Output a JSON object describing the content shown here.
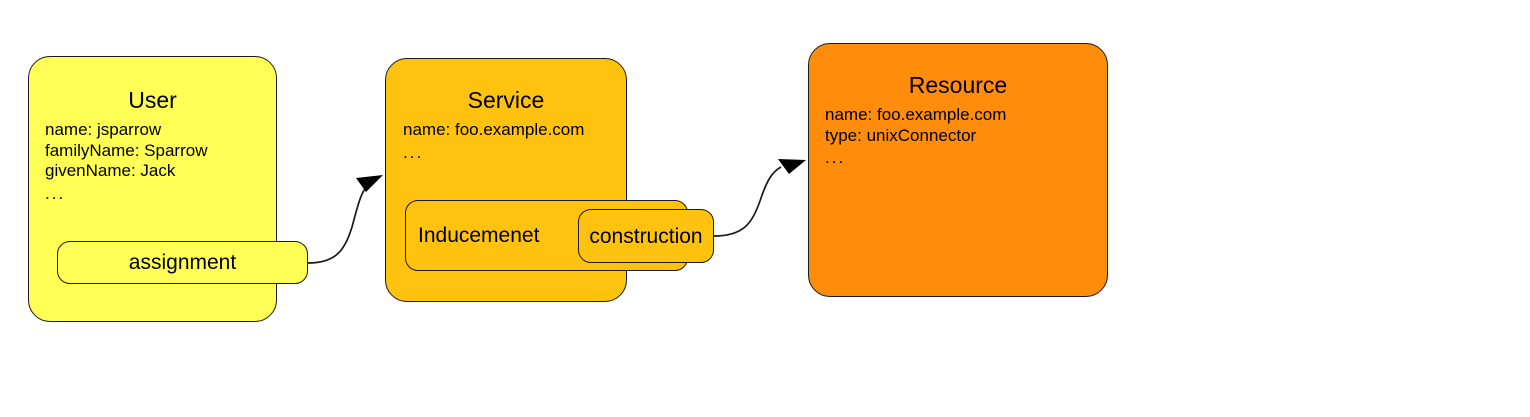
{
  "diagram": {
    "title": "User to Service to Resource assignment diagram",
    "background": "#ffffff",
    "nodes": [
      {
        "id": "user",
        "title": "User",
        "fill": "#ffff55",
        "stroke": "#1a1a1a",
        "attributes": [
          "name: jsparrow",
          "familyName: Sparrow",
          "givenName: Jack",
          "..."
        ],
        "sub_boxes": [
          {
            "id": "assignment",
            "label": "assignment",
            "fill": "#ffff55"
          }
        ]
      },
      {
        "id": "service",
        "title": "Service",
        "fill": "#ffc20e",
        "stroke": "#1a1a1a",
        "attributes": [
          "name: foo.example.com",
          "..."
        ],
        "sub_boxes": [
          {
            "id": "inducement",
            "label": "Inducemenet",
            "fill": "#ffc20e"
          },
          {
            "id": "construction",
            "label": "construction",
            "fill": "#ffc20e"
          }
        ]
      },
      {
        "id": "resource",
        "title": "Resource",
        "fill": "#ff8c0a",
        "stroke": "#1a1a1a",
        "attributes": [
          "name: foo.example.com",
          "type: unixConnector",
          "..."
        ],
        "sub_boxes": []
      }
    ],
    "edges": [
      {
        "id": "assignment-to-service",
        "from": "assignment",
        "to": "service",
        "label": "",
        "arrowhead": "filled-triangle"
      },
      {
        "id": "construction-to-resource",
        "from": "construction",
        "to": "resource",
        "label": "",
        "arrowhead": "filled-triangle"
      }
    ]
  }
}
